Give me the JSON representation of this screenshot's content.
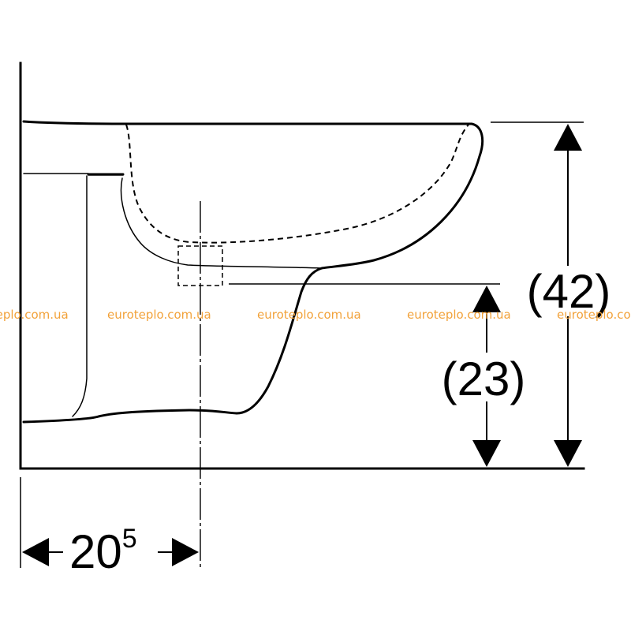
{
  "dimensions": {
    "total_height": "(42)",
    "outlet_height": "(23)",
    "outlet_distance_base": "20",
    "outlet_distance_sup": "5"
  },
  "watermark": {
    "text_1": "euroteplo.com.ua",
    "text_2": "euroteplo.com.ua",
    "text_3": "euroteplo.com.ua",
    "text_4": "euroteplo.com.ua",
    "text_5": "euroteplo.com.ua",
    "color": "#f2a23a"
  },
  "colors": {
    "line": "#000000",
    "background": "#ffffff"
  }
}
